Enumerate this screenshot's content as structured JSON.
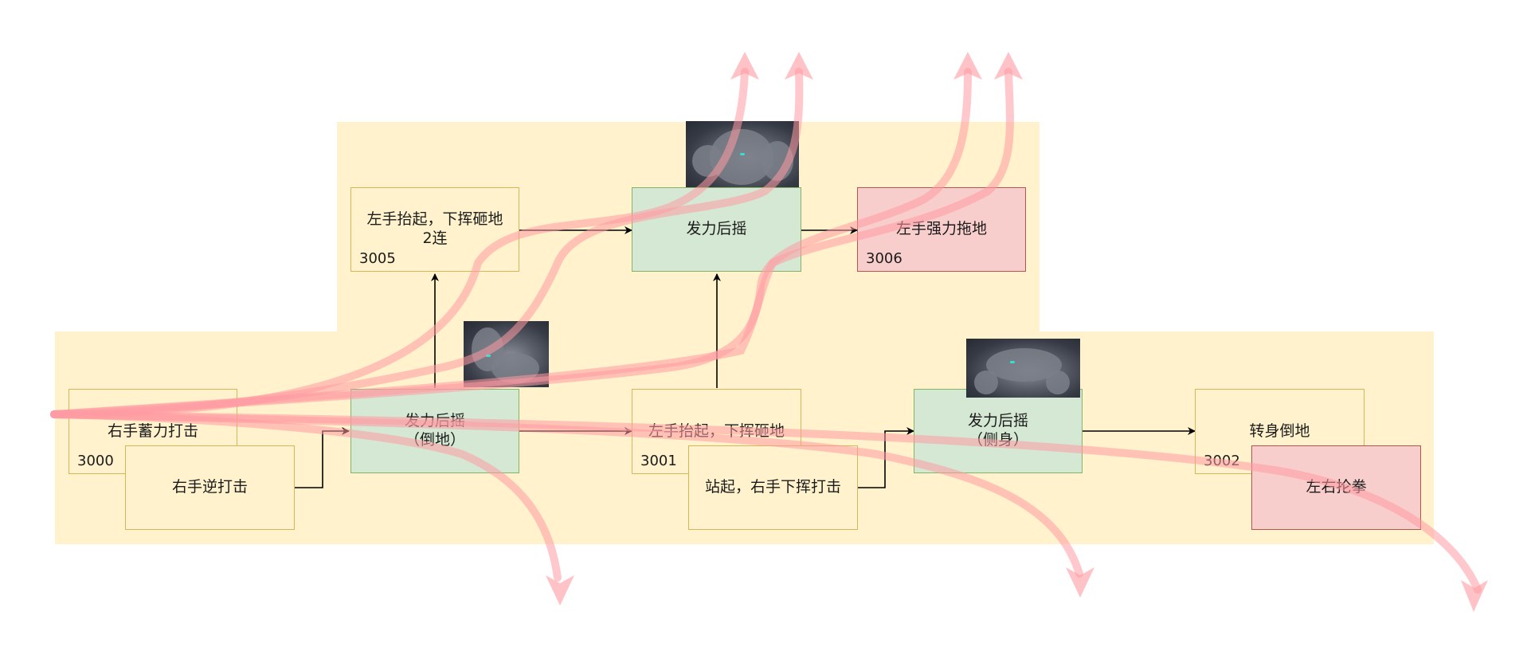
{
  "colors": {
    "region": "#fff2cc",
    "attack_fill": "#fff2cc",
    "attack_stroke": "#d6b656",
    "recovery_fill": "#d5e8d4",
    "recovery_stroke": "#82b366",
    "danger_fill": "#f8cecc",
    "danger_stroke": "#b85450",
    "edge": "#000000",
    "flow_arrow": "#ffb3b8"
  },
  "nodes": {
    "n3000": {
      "lines": [
        "右手蓄力打击"
      ],
      "code": "3000"
    },
    "n_reverse": {
      "lines": [
        "右手逆打击"
      ]
    },
    "rec_down": {
      "lines": [
        "发力后摇",
        "（倒地）"
      ]
    },
    "n3005": {
      "lines": [
        "左手抬起，下挥砸地",
        "2连"
      ],
      "code": "3005"
    },
    "rec_top": {
      "lines": [
        "发力后摇"
      ]
    },
    "n3006": {
      "lines": [
        "左手强力拖地"
      ],
      "code": "3006"
    },
    "n3001": {
      "lines": [
        "左手抬起，下挥砸地"
      ],
      "code": "3001"
    },
    "n_standup": {
      "lines": [
        "站起，右手下挥打击"
      ]
    },
    "rec_side": {
      "lines": [
        "发力后摇",
        "（侧身）"
      ]
    },
    "n3002": {
      "lines": [
        "转身倒地"
      ],
      "code": "3002"
    },
    "n_punch": {
      "lines": [
        "左右抡拳"
      ]
    }
  },
  "thumbnails": [
    "monster-thumbnail",
    "monster-thumbnail",
    "monster-thumbnail"
  ]
}
